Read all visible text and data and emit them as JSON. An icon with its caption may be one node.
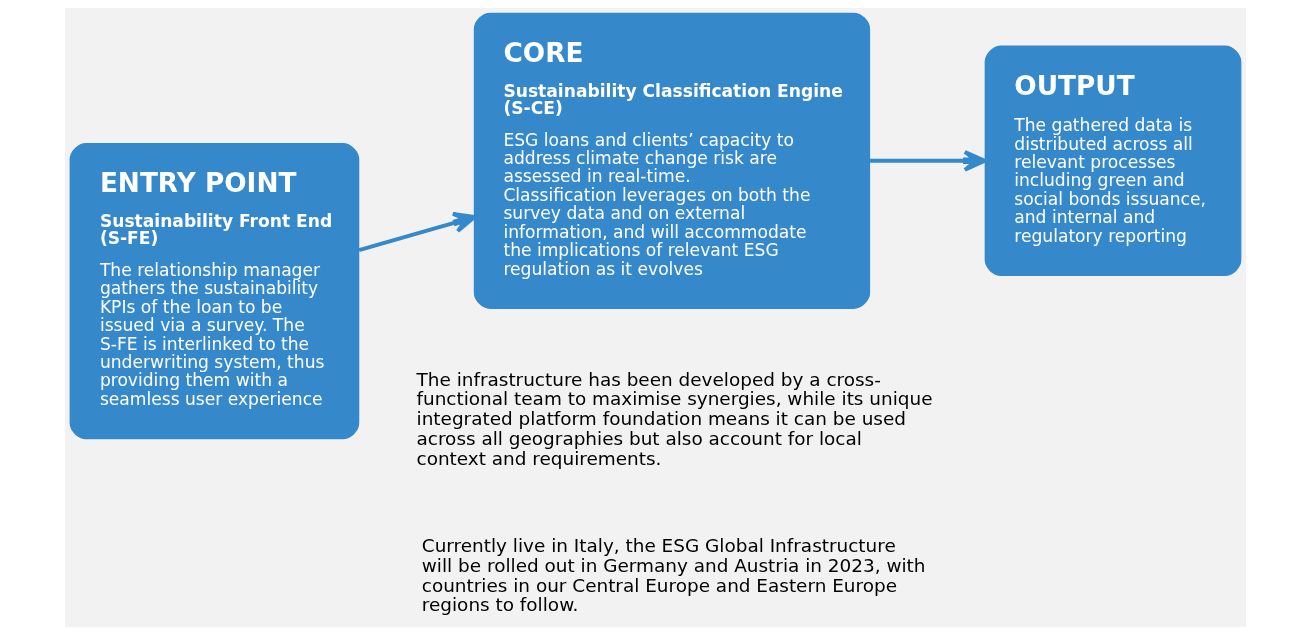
{
  "diagram": {
    "nodes": [
      {
        "text": [
          "ENTRY POINT",
          "Sustainability Front End (S-FE)",
          "The relationship manager gathers the sustainability KPIs of the loan to be issued via a survey. The S-FE is interlinked to the underwriting system, thus providing them with a seamless user experience"
        ]
      },
      {
        "text": [
          "CORE",
          "Sustainability Classification Engine (S-CE)",
          "ESG loans and clients’ capacity to address climate change risk are assessed in real-time. Classification leverages on both the survey data and on external information, and will accommodate the implications of relevant ESG regulation as it evolves"
        ]
      },
      {
        "text": [
          "OUTPUT",
          "The gathered data is distributed across all relevant processes including green and social bonds issuance, and internal and regulatory reporting"
        ]
      }
    ],
    "edges": [
      {
        "from": 0,
        "to": 1,
        "arrow": "to"
      },
      {
        "from": 1,
        "to": 2,
        "arrow": "to"
      }
    ],
    "labels": [
      "The infrastructure has been developed by a cross-functional team to maximise synergies, while its unique integrated platform foundation means it can be used across all geographies but also account for local context and requirements.",
      "Currently live in Italy, the ESG Global Infrastructure will be rolled out in Germany and Austria in 2023, with countries in our Central Europe and Eastern Europe regions to follow."
    ]
  }
}
